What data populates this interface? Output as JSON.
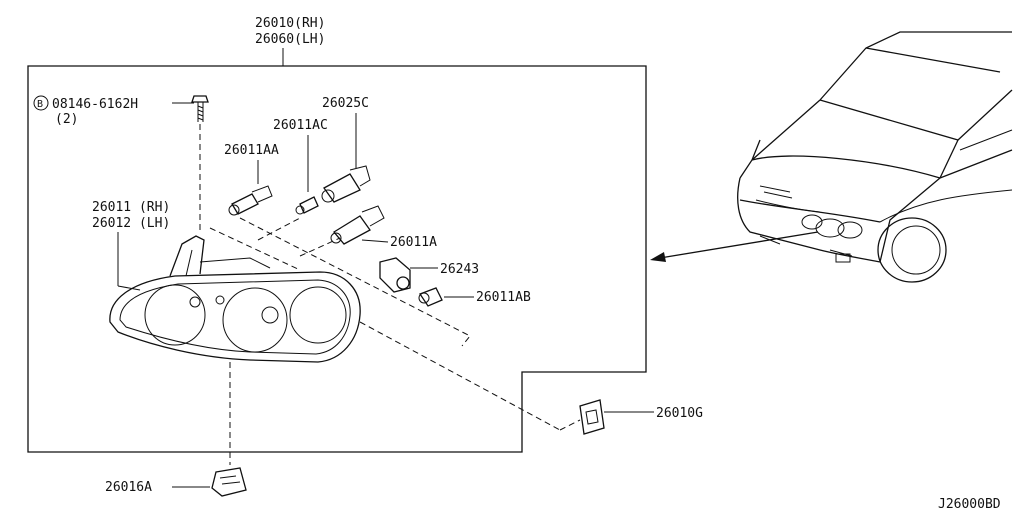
{
  "assembly": {
    "rh": "26010(RH)",
    "lh": "26060(LH)"
  },
  "bolt": {
    "prefix": "B",
    "part": "08146-6162H",
    "qty": "(2)"
  },
  "lamp_housing": {
    "rh": "26011 (RH)",
    "lh": "26012 (LH)"
  },
  "parts": {
    "bulb_aa": "26011AA",
    "bulb_ac": "26011AC",
    "socket_c": "26025C",
    "bulb_a": "26011A",
    "socket_243": "26243",
    "bulb_ab": "26011AB",
    "clip_g": "26010G",
    "bracket_a": "26016A"
  },
  "diagram_code": "J26000BD"
}
